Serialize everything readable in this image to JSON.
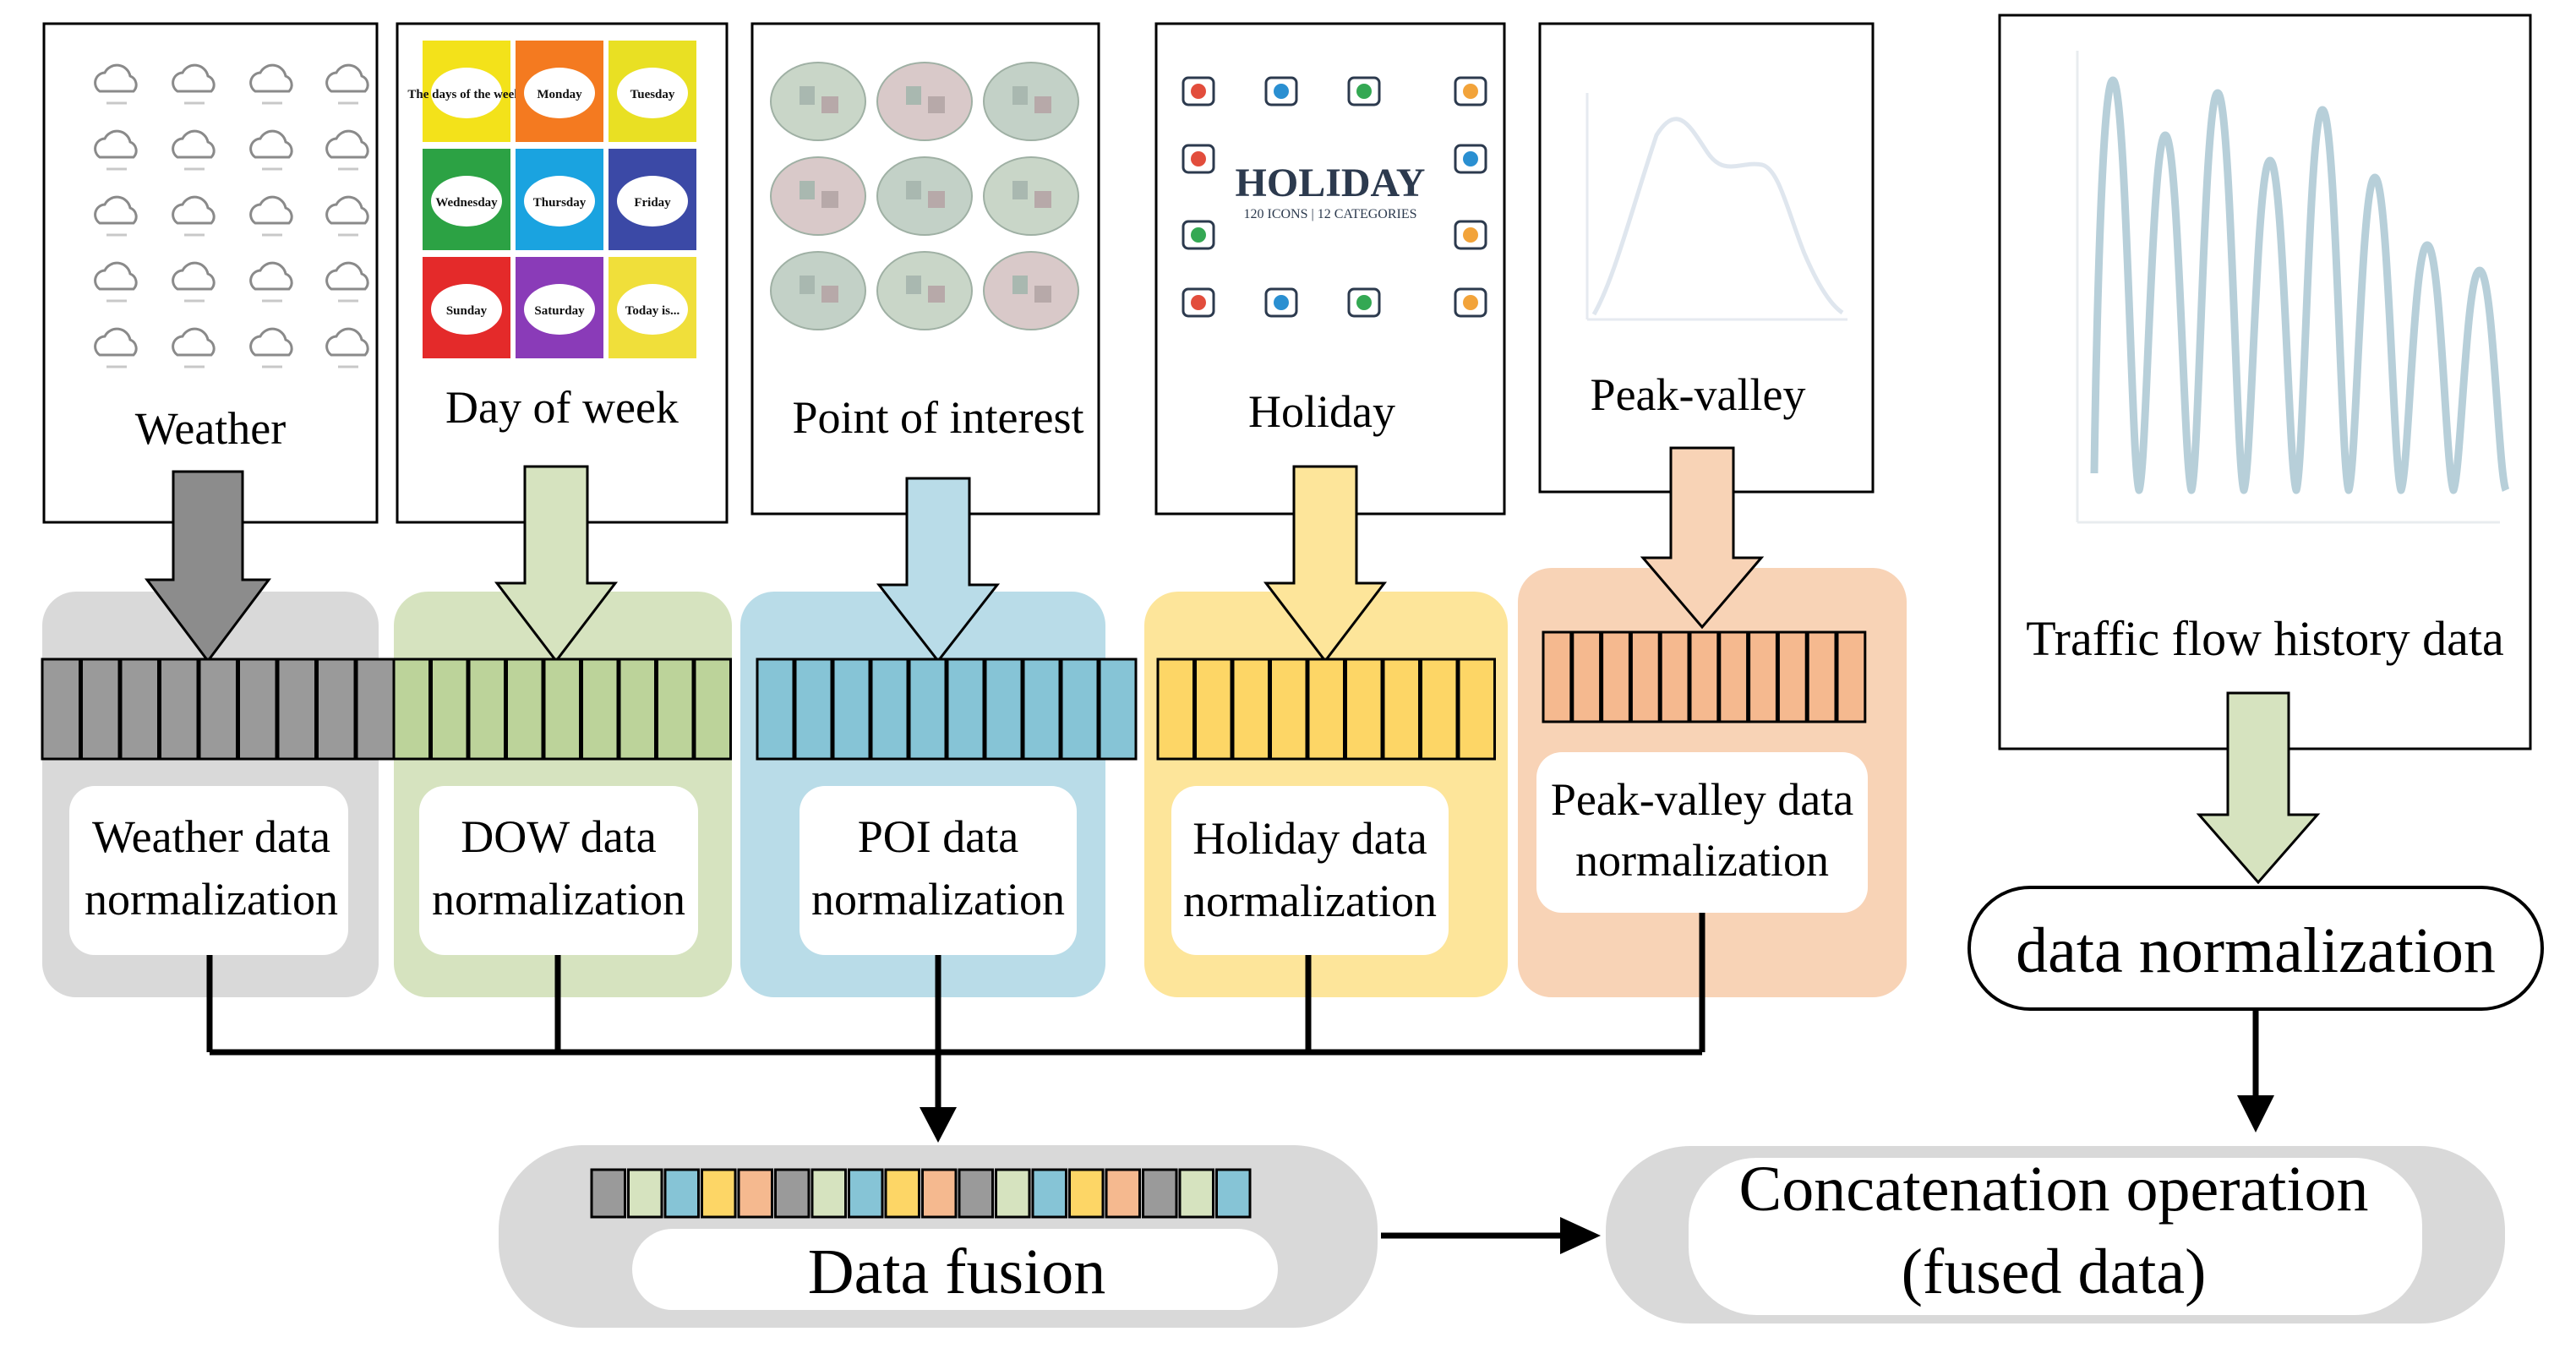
{
  "sources": [
    {
      "id": "weather",
      "caption": "Weather",
      "color": "#9a9a9a",
      "panel": "#d9d9d9"
    },
    {
      "id": "dow",
      "caption": "Day of week",
      "color": "#bcd39a",
      "panel": "#d6e3bf"
    },
    {
      "id": "poi",
      "caption": "Point of interest",
      "color": "#86c4d6",
      "panel": "#b9dce8"
    },
    {
      "id": "holiday",
      "caption": "Holiday",
      "color": "#fdd666",
      "panel": "#fde59a"
    },
    {
      "id": "peak",
      "caption": "Peak-valley",
      "color": "#f5b98f",
      "panel": "#f8d3b6"
    }
  ],
  "normalization": {
    "weather": [
      "Weather data",
      "normalization"
    ],
    "dow": [
      "DOW data",
      "normalization"
    ],
    "poi": [
      "POI data",
      "normalization"
    ],
    "holiday": [
      "Holiday data",
      "normalization"
    ],
    "peak": [
      "Peak-valley data",
      "normalization"
    ]
  },
  "dow_tiles": [
    "The days of the week!",
    "Monday",
    "Tuesday",
    "Wednesday",
    "Thursday",
    "Friday",
    "Sunday",
    "Saturday",
    "Today is..."
  ],
  "dow_tile_colors": [
    "#f3e21a",
    "#f47a20",
    "#e9e023",
    "#2ca244",
    "#1aa3e0",
    "#3b49a6",
    "#e42a2a",
    "#8a3bb8",
    "#f0df3a"
  ],
  "holiday_title": "HOLIDAY",
  "holiday_subtitle": "120 ICONS | 12 CATEGORIES",
  "traffic": {
    "caption": "Traffic flow history data",
    "normalization_label": "data normalization"
  },
  "fusion": {
    "label": "Data fusion",
    "strip_colors": [
      "#9a9a9a",
      "#d6e3bf",
      "#86c4d6",
      "#fdd666",
      "#f5b98f",
      "#9a9a9a",
      "#d6e3bf",
      "#86c4d6",
      "#fdd666",
      "#f5b98f",
      "#9a9a9a",
      "#d6e3bf",
      "#86c4d6",
      "#fdd666",
      "#f5b98f",
      "#9a9a9a",
      "#d6e3bf",
      "#86c4d6"
    ]
  },
  "concat": {
    "line1": "Concatenation operation",
    "line2": "(fused data)"
  },
  "colors": {
    "arrow_weather": "#8c8c8c",
    "arrow_dow": "#d6e3bf",
    "arrow_poi": "#b9dce8",
    "arrow_holiday": "#fde59a",
    "arrow_peak": "#f8d3b6",
    "arrow_traffic": "#d6e3bf",
    "grey_panel": "#d9d9d9"
  }
}
